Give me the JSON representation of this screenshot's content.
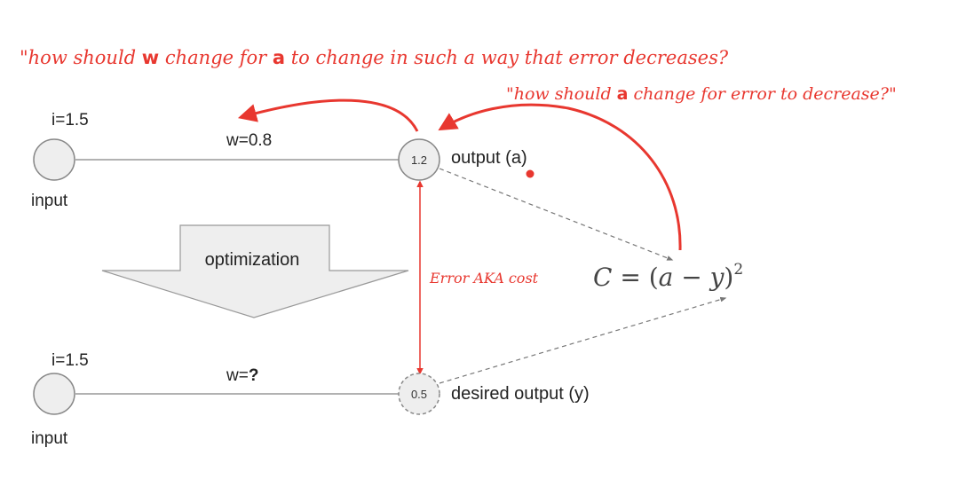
{
  "annotations": {
    "w_question_pre": "\"how should ",
    "w_question_bold": "w",
    "w_question_mid": " change for ",
    "w_question_bold2": "a",
    "w_question_post": " to change in such a way that error decreases?",
    "a_question_pre": "\"how should ",
    "a_question_bold": "a",
    "a_question_post": " change for error to decrease?\"",
    "error_label": "Error AKA cost"
  },
  "top_network": {
    "input_value": "i=1.5",
    "input_label": "input",
    "weight_label": "w=0.8",
    "output_value": "1.2",
    "output_label": "output (a)"
  },
  "bottom_network": {
    "input_value": "i=1.5",
    "input_label": "input",
    "weight_prefix": "w=",
    "weight_unknown": "?",
    "output_value": "0.5",
    "output_label": "desired output (y)"
  },
  "optimization_label": "optimization",
  "cost_formula": {
    "lhs": "C",
    "eq": " = (",
    "a": "a",
    "minus": " − ",
    "y": "y",
    "close": ")",
    "exp": "2"
  },
  "colors": {
    "annotation_red": "#e8372f",
    "node_fill": "#eeeeee",
    "node_stroke": "#888888",
    "arrow_gray": "#777777"
  }
}
